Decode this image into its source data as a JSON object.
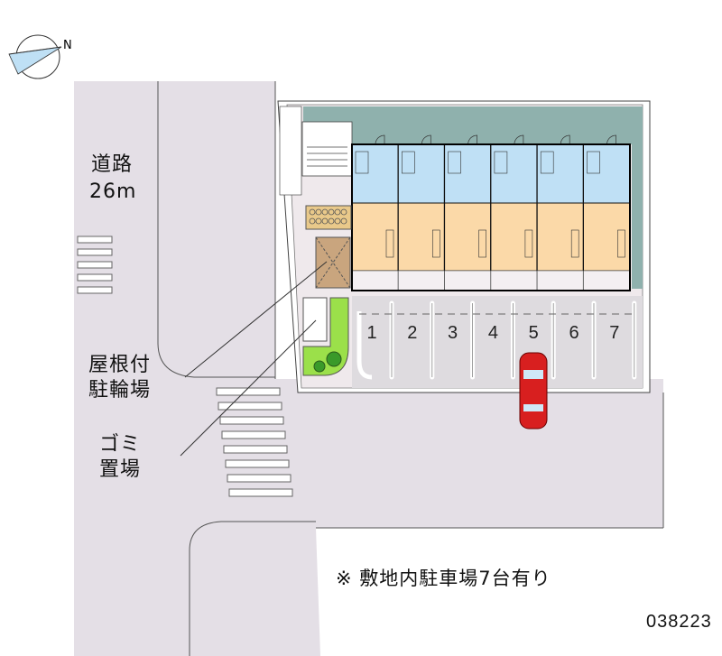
{
  "road": {
    "name": "道路",
    "width": "26m"
  },
  "labels": {
    "bike_parking": [
      "屋根付",
      "駐輪場"
    ],
    "garbage": [
      "ゴミ",
      "置場"
    ]
  },
  "compass": {
    "north_letter": "N"
  },
  "parking": {
    "spaces": [
      "1",
      "2",
      "3",
      "4",
      "5",
      "6",
      "7"
    ]
  },
  "note": "※ 敷地内駐車場7台有り",
  "property_id": "038223",
  "colors": {
    "road": "#e4dfe6",
    "room": "#fbd9a8",
    "wet_area": "#bfe0f5",
    "green": "#9be04a",
    "car": "#d81f1f",
    "wall": "#7fa3a0"
  }
}
